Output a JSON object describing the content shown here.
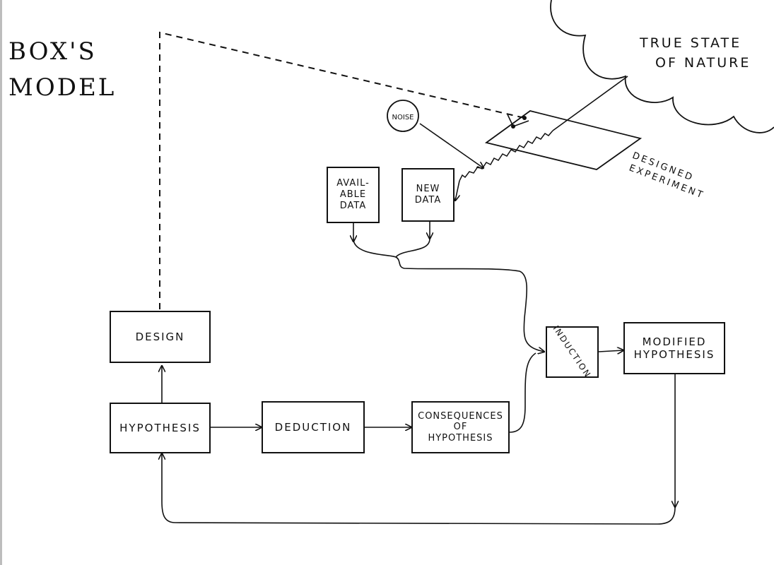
{
  "title": [
    "Box's",
    "Model"
  ],
  "nature_label": [
    "True State",
    "Of Nature"
  ],
  "designed_experiment_label": [
    "Designed",
    "Experiment"
  ],
  "noise_label": "Noise",
  "boxes": {
    "design": [
      "Design"
    ],
    "hypothesis": [
      "Hypothesis"
    ],
    "deduction": [
      "Deduction"
    ],
    "consequences": [
      "Consequences",
      "of",
      "Hypothesis"
    ],
    "induction": [
      "Induction"
    ],
    "modified_hypothesis": [
      "Modified",
      "Hypothesis"
    ],
    "available_data": [
      "Avail-",
      "able",
      "data"
    ],
    "new_data": [
      "New",
      "data"
    ]
  }
}
